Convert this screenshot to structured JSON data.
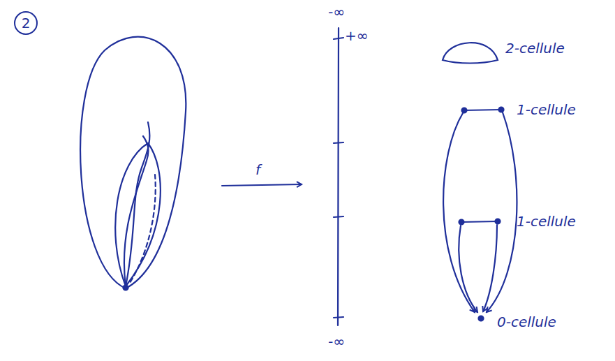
{
  "diagram": {
    "labels": [
      "2",
      "-∞",
      "+∞",
      "2-cellule",
      "f",
      "1-cellule",
      "1-cellule",
      "0-cellule",
      "-∞"
    ]
  }
}
